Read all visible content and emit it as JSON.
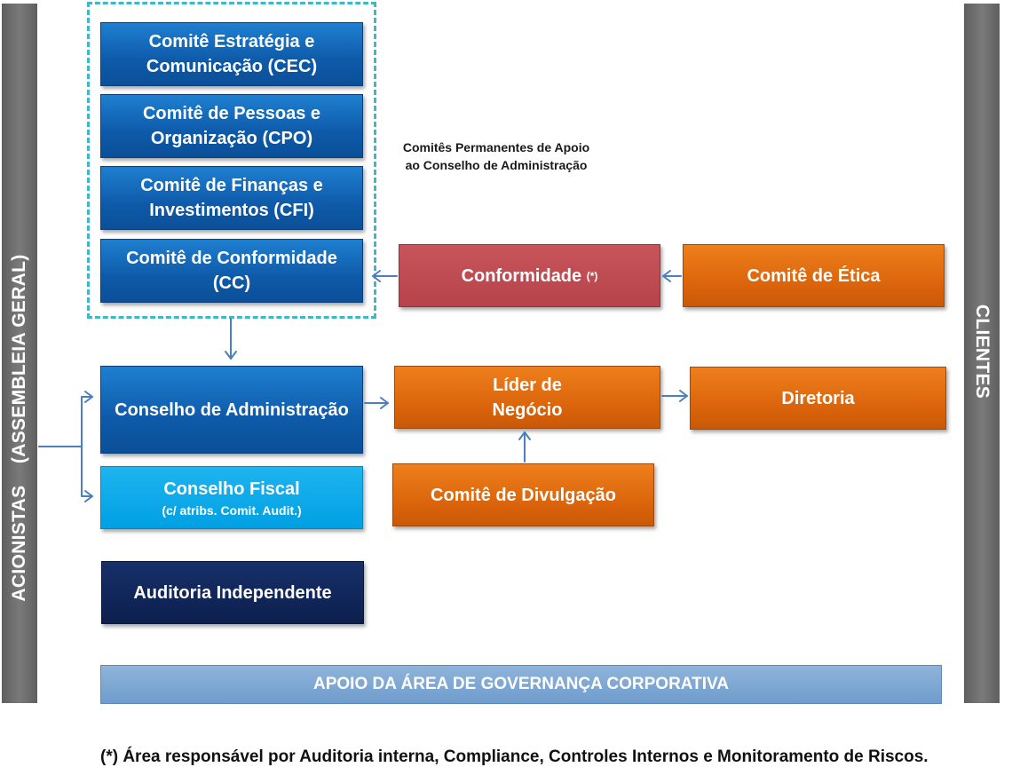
{
  "left_bar": {
    "line1": "ACIONISTAS",
    "line2": "(ASSEMBLEIA GERAL)"
  },
  "right_bar": {
    "label": "CLIENTES"
  },
  "committees_note": {
    "line1": "Comitês Permanentes de Apoio",
    "line2": "ao Conselho de Administração"
  },
  "committees": [
    {
      "line1": "Comitê Estratégia e",
      "line2": "Comunicação (CEC)"
    },
    {
      "line1": "Comitê de Pessoas e",
      "line2": "Organização (CPO)"
    },
    {
      "line1": "Comitê de Finanças e",
      "line2": "Investimentos (CFI)"
    },
    {
      "line1": "Comitê de Conformidade",
      "line2": "(CC)"
    }
  ],
  "conformidade": {
    "label": "Conformidade",
    "mark": "(*)"
  },
  "comite_etica": {
    "label": "Comitê de Ética"
  },
  "conselho_admin": {
    "label": "Conselho de Administração"
  },
  "conselho_fiscal": {
    "label": "Conselho Fiscal",
    "sub": "(c/ atribs. Comit. Audit.)"
  },
  "auditoria": {
    "label": "Auditoria Independente"
  },
  "lider_negocio": {
    "line1": "Líder de",
    "line2": "Negócio"
  },
  "diretoria": {
    "label": "Diretoria"
  },
  "comite_divulgacao": {
    "label": "Comitê de Divulgação"
  },
  "support_bar": {
    "label": "APOIO DA ÁREA DE GOVERNANÇA CORPORATIVA"
  },
  "footnote": {
    "text": "(*) Área responsável por Auditoria interna, Compliance, Controles Internos e Monitoramento de Riscos."
  },
  "colors": {
    "committee_blue": "#0e5aa9",
    "fiscal_blue": "#00a0e3",
    "navy": "#0c1f4d",
    "orange": "#d9620a",
    "red": "#b6434a",
    "grey_bar": "#6b6b6b",
    "support_blue": "#7fa8d4",
    "dashed_teal": "#3fb8c6",
    "arrow": "#4a7fc0"
  }
}
